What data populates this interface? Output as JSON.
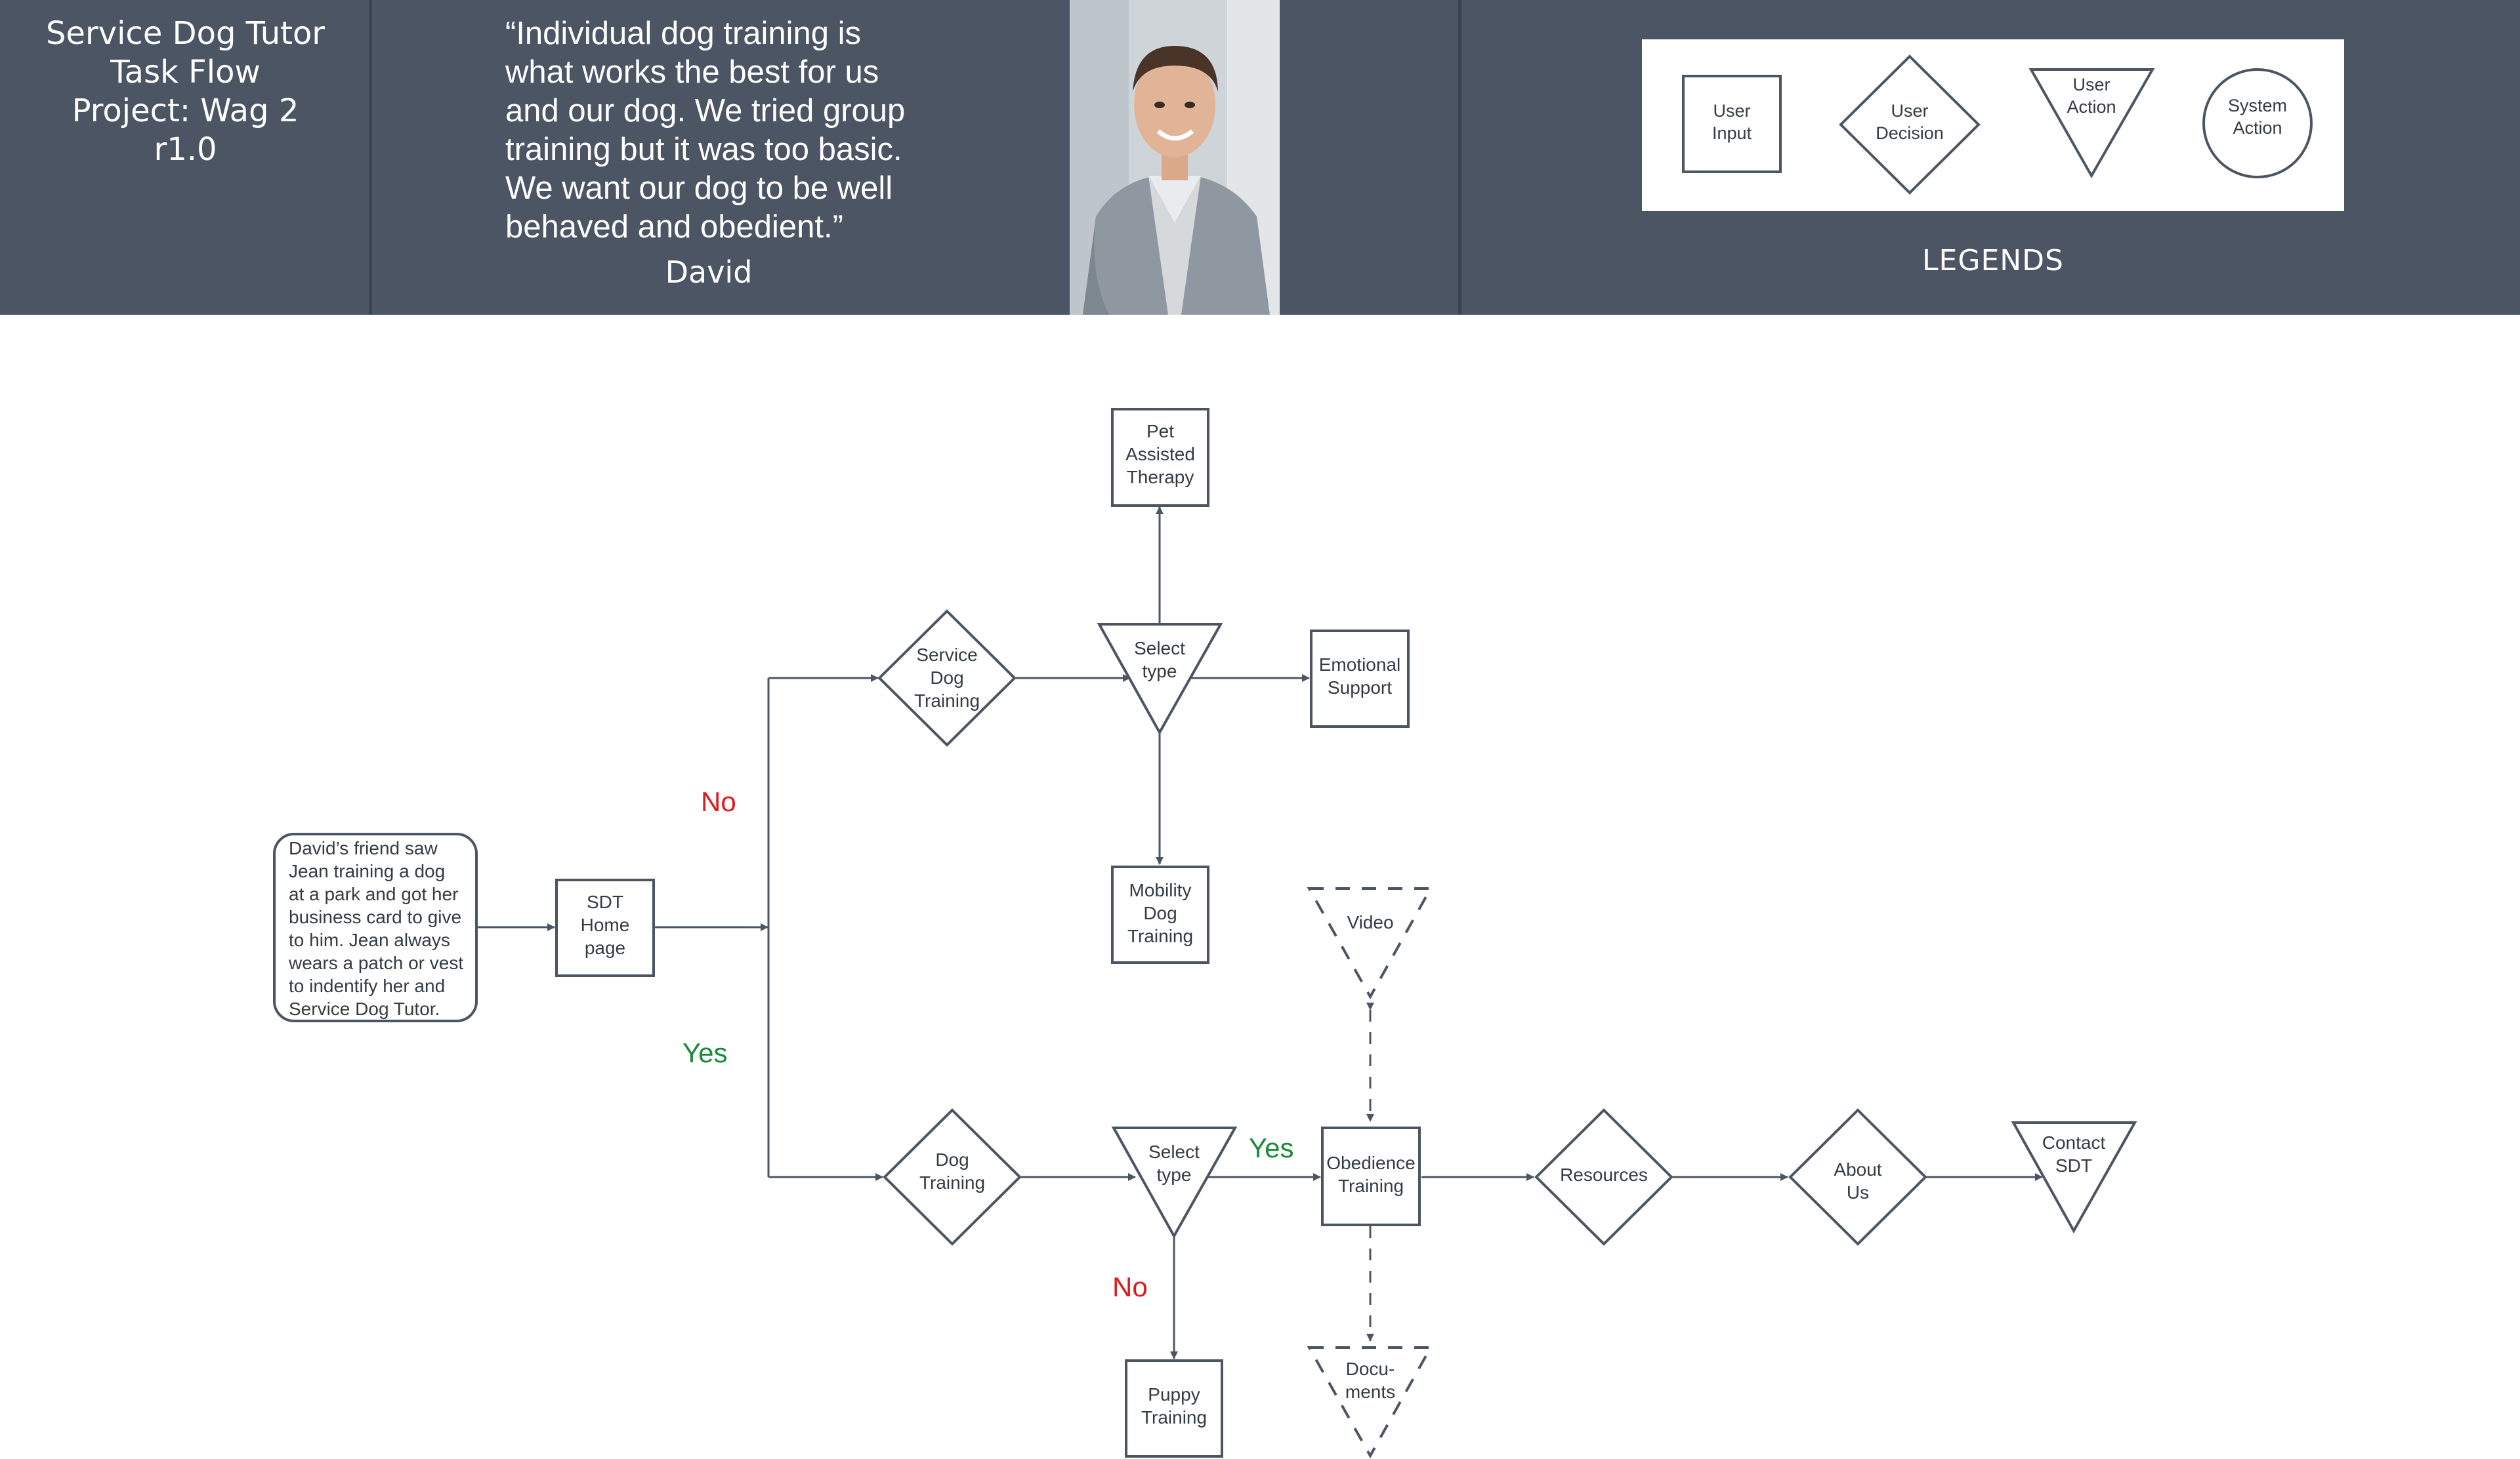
{
  "header": {
    "project_lines": [
      "Service Dog Tutor",
      "Task Flow",
      "Project: Wag 2",
      "r1.0"
    ],
    "quote_lines": [
      "“Individual dog training is",
      "what works the best for us",
      "and our dog.  We tried group",
      "training but it was too basic.",
      "We want our dog to be well",
      "behaved and obedient.”"
    ],
    "author": "David"
  },
  "legend": {
    "title": "LEGENDS",
    "items": [
      {
        "shape": "rect",
        "lines": [
          "User",
          "Input"
        ]
      },
      {
        "shape": "diamond",
        "lines": [
          "User",
          "Decision"
        ]
      },
      {
        "shape": "triangle",
        "lines": [
          "User",
          "Action"
        ]
      },
      {
        "shape": "circle",
        "lines": [
          "System",
          "Action"
        ]
      }
    ]
  },
  "colors": {
    "header_bg": "#4b5563",
    "stroke": "#4b5563",
    "node_text": "#333b44",
    "no_label": "#e0181f",
    "yes_label": "#1a8a3a"
  },
  "icons": {
    "photo": "portrait-photo-icon"
  },
  "diagram": {
    "nodes": [
      {
        "id": "story",
        "shape": "rounded",
        "lines": [
          "David’s friend saw",
          "Jean training a dog",
          "at a park and got her",
          "business card to give",
          "to him.  Jean always",
          "wears a patch or vest",
          "to indentify her and",
          "Service Dog Tutor."
        ]
      },
      {
        "id": "home",
        "shape": "rect",
        "lines": [
          "SDT",
          "Home",
          "page"
        ]
      },
      {
        "id": "service",
        "shape": "diamond",
        "lines": [
          "Service",
          "Dog",
          "Training"
        ]
      },
      {
        "id": "select1",
        "shape": "triangle",
        "lines": [
          "Select",
          "type"
        ]
      },
      {
        "id": "pat",
        "shape": "rect",
        "lines": [
          "Pet",
          "Assisted",
          "Therapy"
        ]
      },
      {
        "id": "emotional",
        "shape": "rect",
        "lines": [
          "Emotional",
          "Support"
        ]
      },
      {
        "id": "mobility",
        "shape": "rect",
        "lines": [
          "Mobility",
          "Dog",
          "Training"
        ]
      },
      {
        "id": "video",
        "shape": "triangle-dashed",
        "lines": [
          "Video"
        ]
      },
      {
        "id": "dog",
        "shape": "diamond",
        "lines": [
          "Dog",
          "Training"
        ]
      },
      {
        "id": "select2",
        "shape": "triangle",
        "lines": [
          "Select",
          "type"
        ]
      },
      {
        "id": "obedience",
        "shape": "rect",
        "lines": [
          "Obedience",
          "Training"
        ]
      },
      {
        "id": "resources",
        "shape": "diamond",
        "lines": [
          "Resources"
        ]
      },
      {
        "id": "about",
        "shape": "diamond",
        "lines": [
          "About",
          "Us"
        ]
      },
      {
        "id": "contact",
        "shape": "triangle",
        "lines": [
          "Contact",
          "SDT"
        ]
      },
      {
        "id": "puppy",
        "shape": "rect",
        "lines": [
          "Puppy",
          "Training"
        ]
      },
      {
        "id": "docs",
        "shape": "triangle-dashed",
        "lines": [
          "Docu-",
          "ments"
        ]
      }
    ],
    "edges": [
      {
        "from": "story",
        "to": "home"
      },
      {
        "from": "home",
        "to": "service",
        "label": "No"
      },
      {
        "from": "home",
        "to": "dog",
        "label": "Yes"
      },
      {
        "from": "service",
        "to": "select1"
      },
      {
        "from": "select1",
        "to": "pat"
      },
      {
        "from": "select1",
        "to": "emotional"
      },
      {
        "from": "select1",
        "to": "mobility"
      },
      {
        "from": "dog",
        "to": "select2"
      },
      {
        "from": "select2",
        "to": "obedience",
        "label": "Yes"
      },
      {
        "from": "select2",
        "to": "puppy",
        "label": "No"
      },
      {
        "from": "obedience",
        "to": "resources"
      },
      {
        "from": "resources",
        "to": "about"
      },
      {
        "from": "about",
        "to": "contact"
      },
      {
        "from": "video",
        "to": "obedience",
        "style": "dashed",
        "bidirectional": true
      },
      {
        "from": "docs",
        "to": "obedience",
        "style": "dashed",
        "bidirectional": true
      }
    ]
  }
}
